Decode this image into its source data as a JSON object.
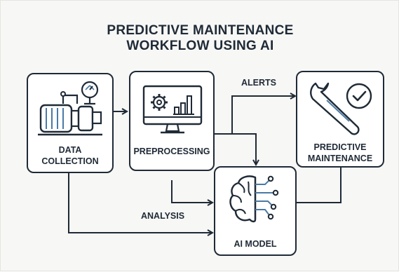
{
  "title": {
    "line1": "PREDICTIVE MAINTENANCE",
    "line2": "WORKFLOW USING AI"
  },
  "nodes": {
    "data_collection": {
      "line1": "DATA",
      "line2": "COLLECTION",
      "icon": "pump-gauge-icon"
    },
    "preprocessing": {
      "label": "PREPROCESSING",
      "icon": "monitor-gear-chart-icon"
    },
    "predictive_maintenance": {
      "line1": "PREDICTIVE",
      "line2": "MAINTENANCE",
      "icon": "wrench-check-icon"
    },
    "ai_model": {
      "label": "AI MODEL",
      "icon": "brain-circuit-icon"
    }
  },
  "edges": {
    "alerts": "ALERTS",
    "analysis": "ANALYSIS"
  },
  "colors": {
    "ink": "#1f2a36",
    "accent": "#4a7aa6",
    "node_fill": "#ffffff",
    "background": "#f7f7f5"
  }
}
